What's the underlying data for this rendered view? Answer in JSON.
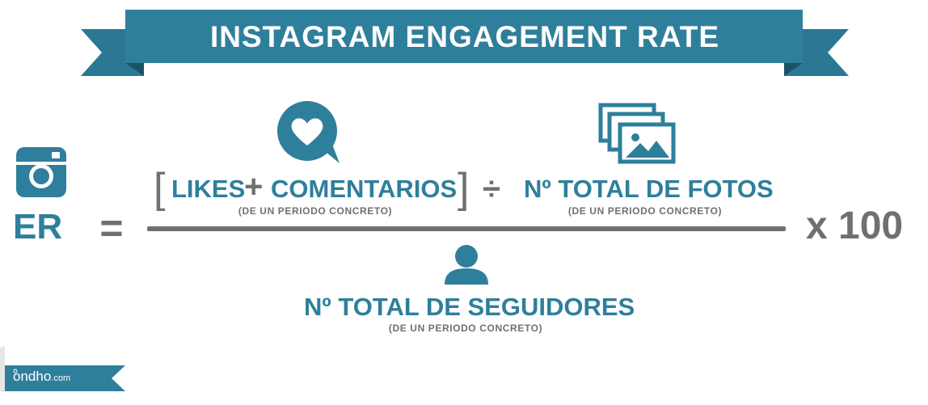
{
  "banner": {
    "title": "INSTAGRAM ENGAGEMENT RATE"
  },
  "formula": {
    "lhs": "ER",
    "equals": "=",
    "numerator": {
      "open_bracket": "[",
      "likes": "LIKES",
      "plus": "+",
      "comments": "COMENTARIOS",
      "close_bracket": "]",
      "left_subtitle": "(DE UN PERIODO CONCRETO)",
      "divide": "÷",
      "photos": "Nº TOTAL DE FOTOS",
      "right_subtitle": "(DE UN PERIODO CONCRETO)"
    },
    "denominator": {
      "followers": "Nº TOTAL DE SEGUIDORES",
      "subtitle": "(DE UN PERIODO CONCRETO)"
    },
    "multiplier": "x 100"
  },
  "icons": {
    "instagram": "instagram-icon",
    "heart": "heart-speech-icon",
    "photos": "photo-stack-icon",
    "user": "user-icon"
  },
  "logo": {
    "text": "ondho",
    "suffix": ".com"
  },
  "colors": {
    "teal": "#2e7f9c",
    "teal_dark": "#1f5f78",
    "gray": "#707070",
    "background": "#ffffff"
  }
}
